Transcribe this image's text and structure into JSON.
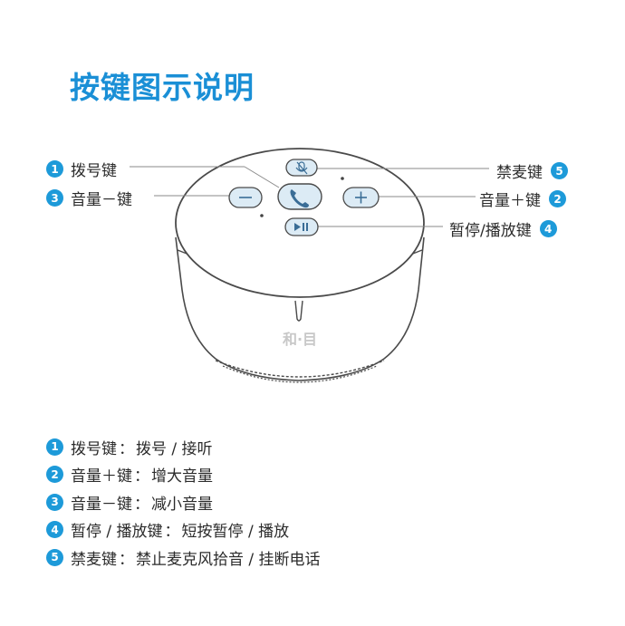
{
  "title": "按键图示说明",
  "brand_logo": "和·目",
  "callouts": {
    "dial": {
      "num": "1",
      "label": "拨号键"
    },
    "vol_down": {
      "num": "3",
      "label": "音量－键"
    },
    "mute": {
      "num": "5",
      "label": "禁麦键"
    },
    "vol_up": {
      "num": "2",
      "label": "音量＋键"
    },
    "play": {
      "num": "4",
      "label": "暂停/播放键"
    }
  },
  "legend": [
    {
      "num": "1",
      "name": "拨号键",
      "desc": "拨号 / 接听"
    },
    {
      "num": "2",
      "name": "音量＋键",
      "desc": "增大音量"
    },
    {
      "num": "3",
      "name": "音量－键",
      "desc": "减小音量"
    },
    {
      "num": "4",
      "name": "暂停 / 播放键",
      "desc": "短按暂停 / 播放"
    },
    {
      "num": "5",
      "name": "禁麦键",
      "desc": "禁止麦克风拾音 / 挂断电话"
    }
  ],
  "legend_separator": "：",
  "colors": {
    "accent": "#1d9ad9",
    "title": "#1a8fd6",
    "button_fill": "#dcebf5",
    "outline": "#4a4a4a"
  },
  "icons": [
    "phone-icon",
    "minus-icon",
    "plus-icon",
    "play-pause-icon",
    "mic-off-icon"
  ]
}
